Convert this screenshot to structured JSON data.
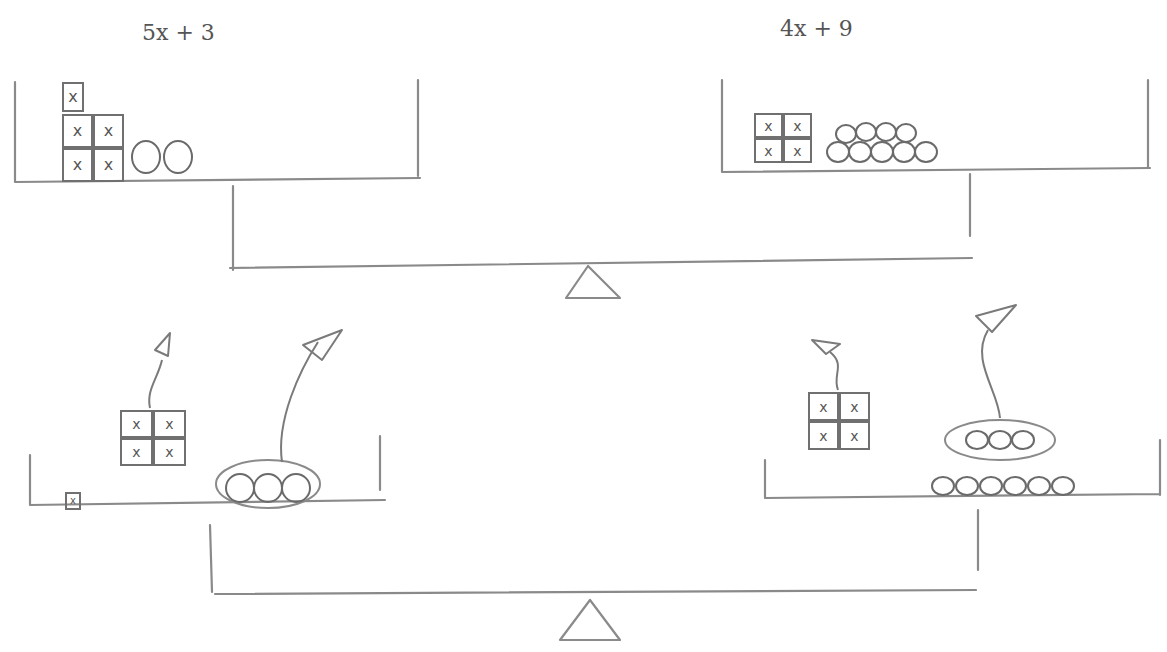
{
  "diagram": {
    "nodes": [
      {
        "text": [
          "x"
        ]
      },
      {
        "text": [
          "x"
        ]
      },
      {
        "text": [
          "x"
        ]
      },
      {
        "text": [
          "x"
        ]
      },
      {
        "text": [
          "x"
        ]
      },
      {
        "text": [
          "x"
        ]
      },
      {
        "text": [
          "x"
        ]
      },
      {
        "text": [
          "x"
        ]
      },
      {
        "text": [
          "x"
        ]
      },
      {
        "text": [
          "x"
        ]
      },
      {
        "text": [
          "x"
        ]
      },
      {
        "text": [
          "x"
        ]
      },
      {
        "text": [
          "x"
        ]
      },
      {
        "text": [
          "x"
        ]
      },
      {
        "text": [
          "x"
        ]
      },
      {
        "text": [
          "x"
        ]
      },
      {
        "text": [
          "x"
        ]
      },
      {
        "text": [
          "x"
        ]
      }
    ],
    "labels": [
      "5x + 3",
      "4x + 9"
    ]
  }
}
